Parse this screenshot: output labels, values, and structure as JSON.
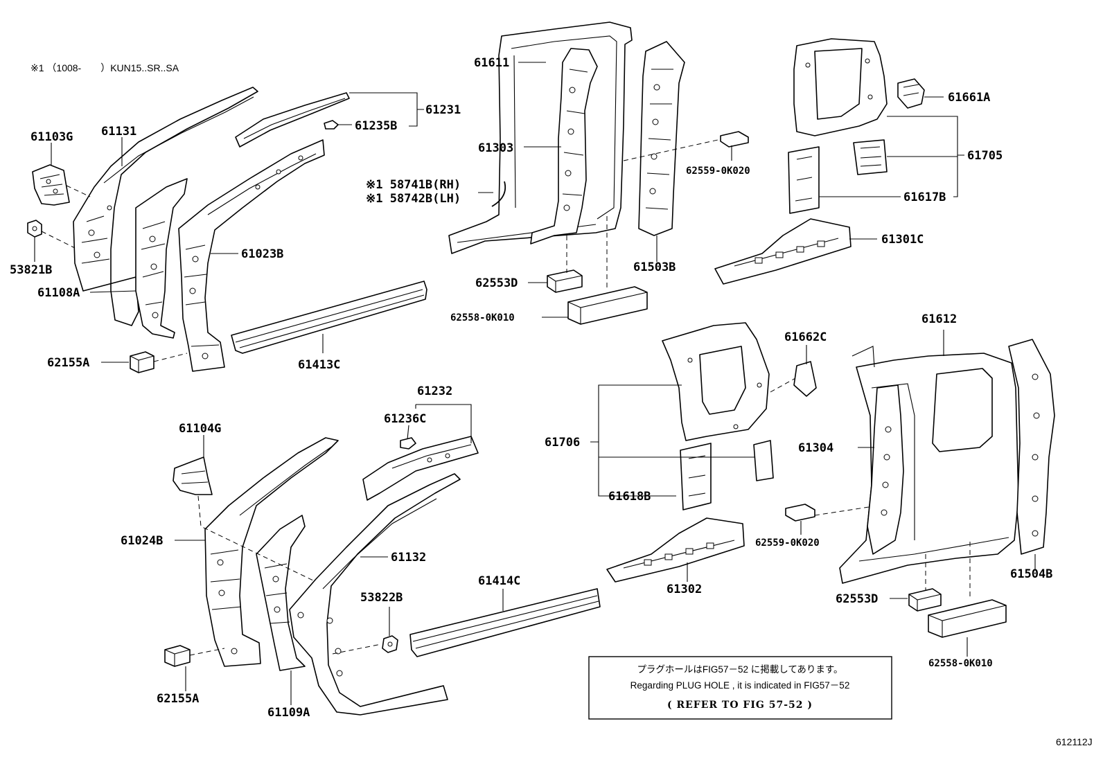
{
  "header": {
    "applicability_note": "※1 （1008-　　）KUN15..SR..SA"
  },
  "figure_code": "612112J",
  "note_box": {
    "line_jp": "プラグホールはFIG57－52 に掲載してあります。",
    "line_en": "Regarding PLUG HOLE , it is indicated in FIG57－52",
    "line_ref": "(   REFER TO FIG 57-52 )"
  },
  "parts": {
    "p61103G": "61103G",
    "p61131": "61131",
    "p53821B": "53821B",
    "p61108A": "61108A",
    "p61023B": "61023B",
    "p62155A_top": "62155A",
    "p61413C": "61413C",
    "p61231": "61231",
    "p61235B": "61235B",
    "p61611": "61611",
    "p61303": "61303",
    "p58741B": "※1 58741B(RH)",
    "p58742B": "※1 58742B(LH)",
    "p62553D_top": "62553D",
    "p62558_top": "62558-0K010",
    "p62559_top": "62559-0K020",
    "p61503B": "61503B",
    "p61661A": "61661A",
    "p61705": "61705",
    "p61617B": "61617B",
    "p61301C": "61301C",
    "p61104G": "61104G",
    "p61024B": "61024B",
    "p62155A_bot": "62155A",
    "p61109A": "61109A",
    "p61132": "61132",
    "p61232": "61232",
    "p61236C": "61236C",
    "p53822B": "53822B",
    "p61414C": "61414C",
    "p61706": "61706",
    "p61618B": "61618B",
    "p61662C": "61662C",
    "p61302": "61302",
    "p61612": "61612",
    "p61304": "61304",
    "p62559_bot": "62559-0K020",
    "p62553D_bot": "62553D",
    "p62558_bot": "62558-0K010",
    "p61504B": "61504B"
  }
}
